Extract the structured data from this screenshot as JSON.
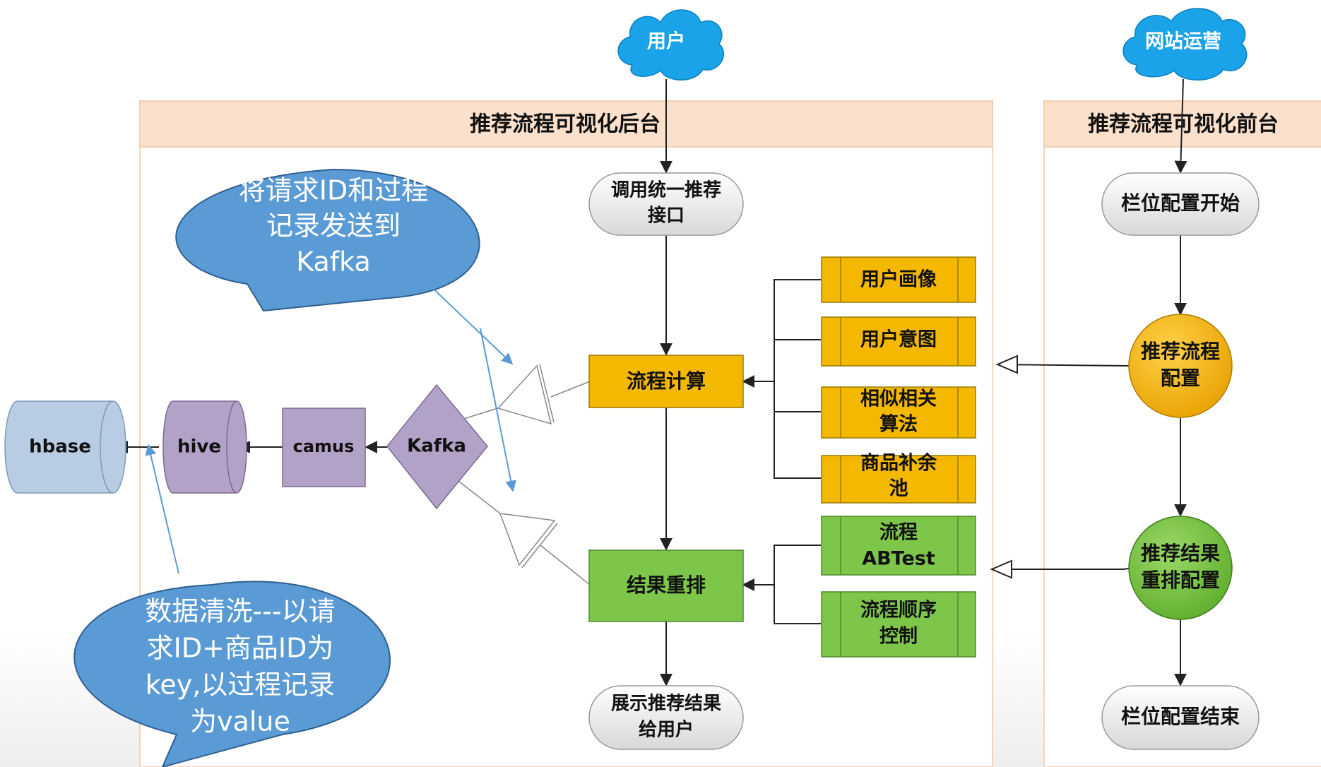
{
  "actors": {
    "user": "用户",
    "operator": "网站运营"
  },
  "lanes": {
    "backend_title": "推荐流程可视化后台",
    "frontend_title": "推荐流程可视化前台"
  },
  "backend": {
    "entry": [
      "调用统一推荐",
      "接口"
    ],
    "compute": "流程计算",
    "rerank": "结果重排",
    "result": [
      "展示推荐结果",
      "给用户"
    ]
  },
  "sources": {
    "portrait": "用户画像",
    "intent": "用户意图",
    "similar": [
      "相似相关",
      "算法"
    ],
    "fallback": [
      "商品补余",
      "池"
    ],
    "abtest": [
      "流程",
      "ABTest"
    ],
    "order": [
      "流程顺序",
      "控制"
    ]
  },
  "pipeline": {
    "kafka": "Kafka",
    "camus": "camus",
    "hive": "hive",
    "hbase": "hbase"
  },
  "frontend": {
    "start": "栏位配置开始",
    "flow_config": [
      "推荐流程",
      "配置"
    ],
    "rerank_config": [
      "推荐结果",
      "重排配置"
    ],
    "end": "栏位配置结束"
  },
  "callouts": {
    "kafka_note": [
      "将请求ID和过程",
      "记录发送到",
      "Kafka"
    ],
    "clean_note": [
      "数据清洗---以请",
      "求ID+商品ID为",
      "key,以过程记录",
      "为value"
    ]
  },
  "colors": {
    "lane_header": "#fbe0cc",
    "yellow_box": "#f5b800",
    "green_box": "#7ec64a",
    "purple": "#b3a2c7",
    "hbase": "#b8cce4",
    "bubble": "#5b9bd5",
    "cloud": "#1aa3e8"
  }
}
